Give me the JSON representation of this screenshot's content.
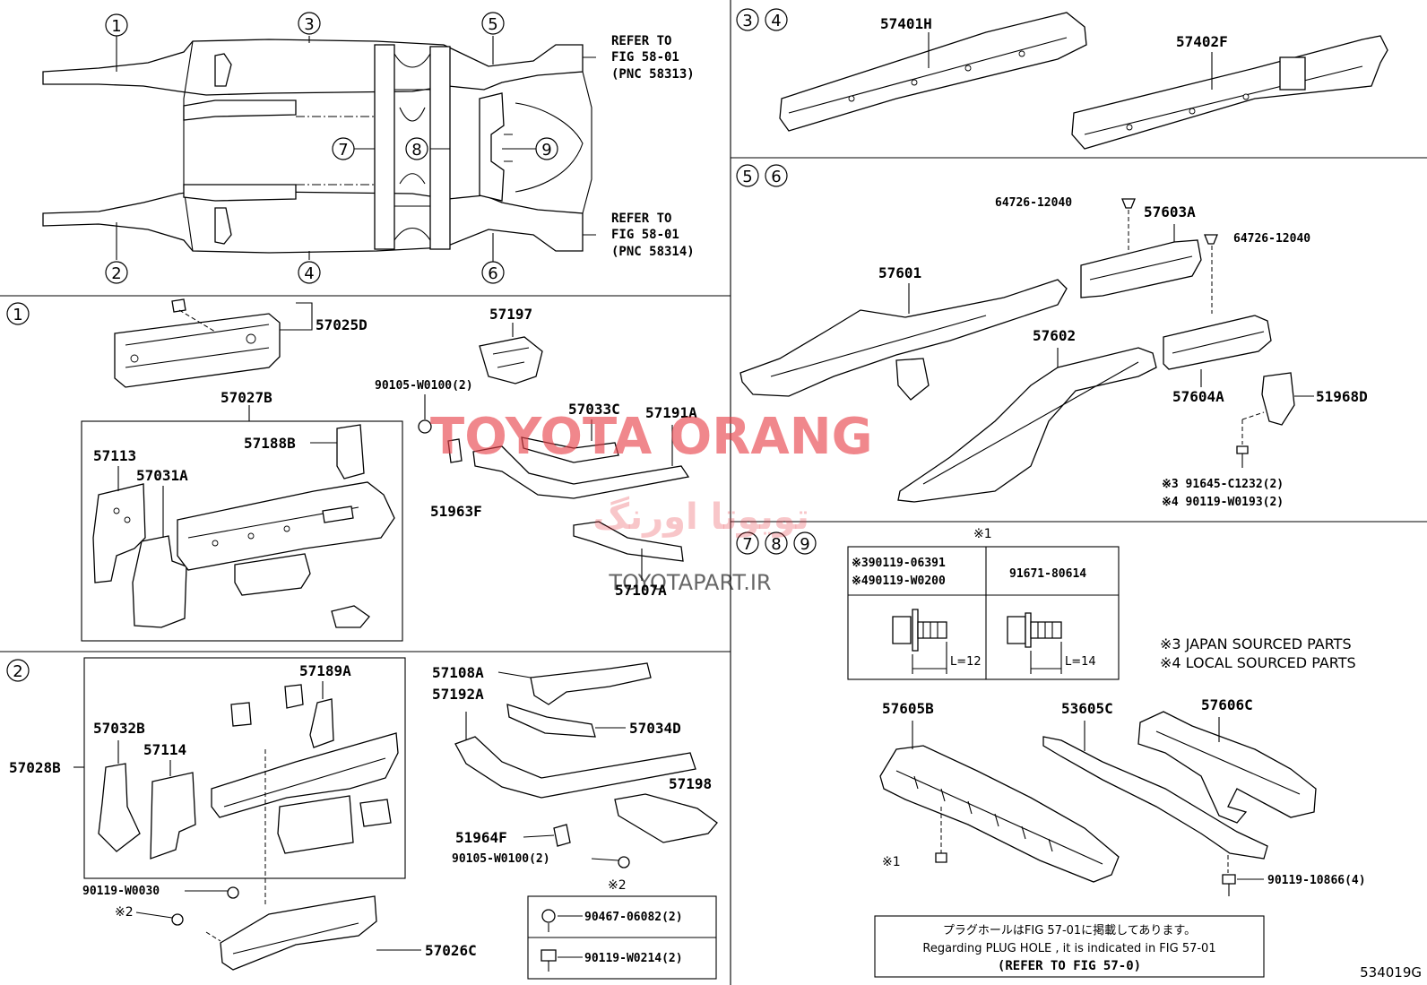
{
  "overview": {
    "refer_top": [
      "REFER TO",
      "FIG 58-01",
      "(PNC 58313)"
    ],
    "refer_bottom": [
      "REFER TO",
      "FIG 58-01",
      "(PNC 58314)"
    ],
    "markers": [
      "1",
      "2",
      "3",
      "4",
      "5",
      "6",
      "7",
      "8",
      "9"
    ]
  },
  "sections": {
    "s1": "1",
    "s2": "2",
    "s34": [
      "3",
      "4"
    ],
    "s56": [
      "5",
      "6"
    ],
    "s789": [
      "7",
      "8",
      "9"
    ]
  },
  "parts": {
    "p57025D": "57025D",
    "p57197": "57197",
    "p90105_1": "90105-W0100(2)",
    "p57027B": "57027B",
    "p57033C": "57033C",
    "p57191A": "57191A",
    "p57188B": "57188B",
    "p57113": "57113",
    "p57031A": "57031A",
    "p51963F": "51963F",
    "p57107A": "57107A",
    "p57189A": "57189A",
    "p57108A": "57108A",
    "p57192A": "57192A",
    "p57032B": "57032B",
    "p57034D": "57034D",
    "p57114": "57114",
    "p57028B": "57028B",
    "p57198": "57198",
    "p51964F": "51964F",
    "p90105_2": "90105-W0100(2)",
    "p90119_W0030": "90119-W0030",
    "mark2": "※2",
    "p57026C": "57026C",
    "mark2b": "※2",
    "p90467": "90467-06082(2)",
    "p90119_W0214": "90119-W0214(2)",
    "p57401H": "57401H",
    "p57402F": "57402F",
    "p64726_a": "64726-12040",
    "p57603A": "57603A",
    "p64726_b": "64726-12040",
    "p57601": "57601",
    "p57602": "57602",
    "p57604A": "57604A",
    "p51968D": "51968D",
    "p91645": "※3 91645-C1232(2)",
    "p90119_W0193": "※4 90119-W0193(2)",
    "mark1": "※1",
    "tbl_a1": "※390119-06391",
    "tbl_a2": "※490119-W0200",
    "tbl_b": "91671-80614",
    "tbl_l12": "L=12",
    "tbl_l14": "L=14",
    "note_japan": "※3 JAPAN SOURCED PARTS",
    "note_local": "※4 LOCAL SOURCED PARTS",
    "p57605B": "57605B",
    "p53605C": "53605C",
    "p57606C": "57606C",
    "mark1b": "※1",
    "p90119_10866": "90119-10866(4)",
    "plug_jp": "プラグホールはFIG 57-01に掲載してあります。",
    "plug_en": "Regarding  PLUG  HOLE , it is indicated in  FIG  57-01",
    "plug_ref": "(REFER  TO  FIG  57-0)",
    "fig_id": "534019G"
  },
  "watermark": {
    "main": "TOYOTA ORANG",
    "farsi": "تویوتا اورنگ",
    "site": "TOYOTAPART.IR",
    "color": "#e8434b"
  }
}
